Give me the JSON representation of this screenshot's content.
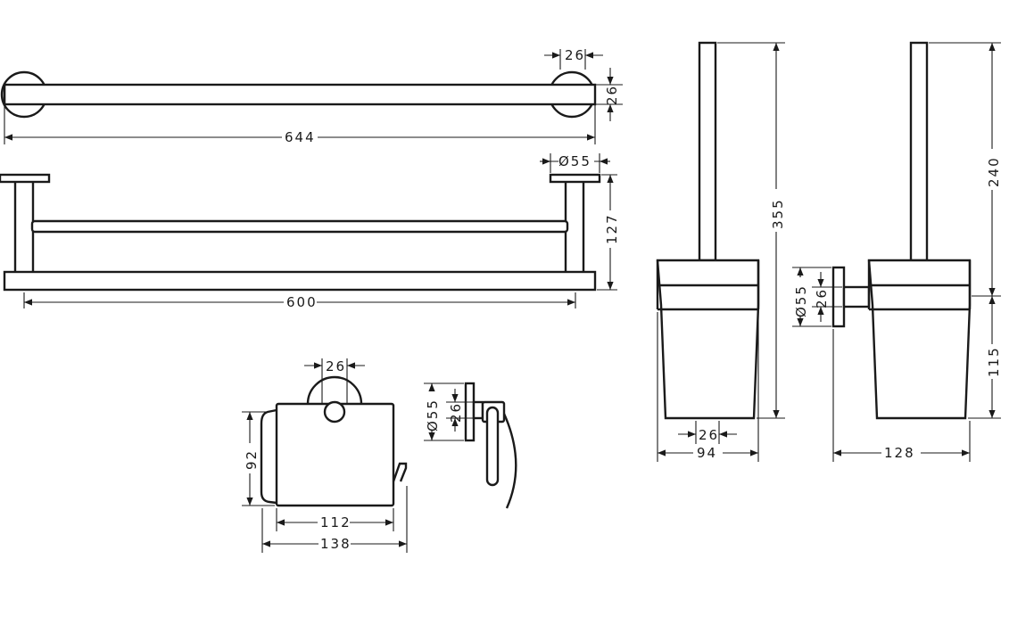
{
  "dimensions": {
    "towel_bar_depth": "26",
    "towel_bar_height": "26",
    "towel_bar_length": "644",
    "shelf_rosette_diameter": "Ø55",
    "shelf_height": "127",
    "shelf_length": "600",
    "paper_holder_rosette": "26",
    "paper_holder_height": "92",
    "paper_holder_width": "112",
    "paper_holder_total_width": "138",
    "paper_holder_side_diameter": "Ø55",
    "paper_holder_side_depth": "26",
    "brush_height": "355",
    "brush_base_gap": "26",
    "brush_width": "94",
    "wall_brush_diameter": "Ø55",
    "wall_brush_depth": "26",
    "wall_brush_handle": "240",
    "wall_brush_bowl": "115",
    "wall_brush_projection": "128"
  }
}
